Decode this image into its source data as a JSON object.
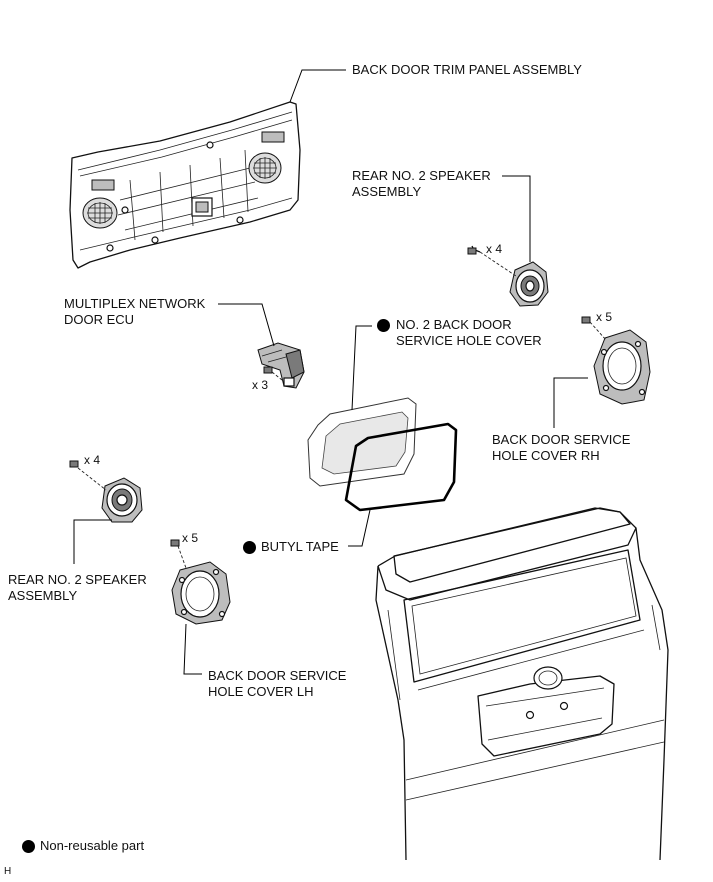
{
  "labels": {
    "trim_panel": "BACK DOOR TRIM PANEL ASSEMBLY",
    "speaker_rh": "REAR NO. 2 SPEAKER\nASSEMBLY",
    "speaker_lh": "REAR NO. 2 SPEAKER\nASSEMBLY",
    "ecu": "MULTIPLEX NETWORK\nDOOR ECU",
    "service_cover_2": "NO. 2 BACK DOOR\nSERVICE HOLE COVER",
    "service_cover_rh": "BACK DOOR SERVICE\nHOLE COVER RH",
    "service_cover_lh": "BACK DOOR SERVICE\nHOLE COVER LH",
    "butyl_tape": "BUTYL TAPE"
  },
  "quantities": {
    "speaker_rh_screws": "x 4",
    "cover_rh_screws": "x 5",
    "ecu_screws": "x 3",
    "speaker_lh_screws": "x 4",
    "cover_lh_screws": "x 5"
  },
  "legend": {
    "non_reusable": "Non-reusable part"
  },
  "footer": {
    "code": "H"
  },
  "colors": {
    "line": "#000000",
    "part_fill": "#bdbdbd"
  },
  "icons": {
    "non_reusable_marker": "filled-black-circle"
  }
}
